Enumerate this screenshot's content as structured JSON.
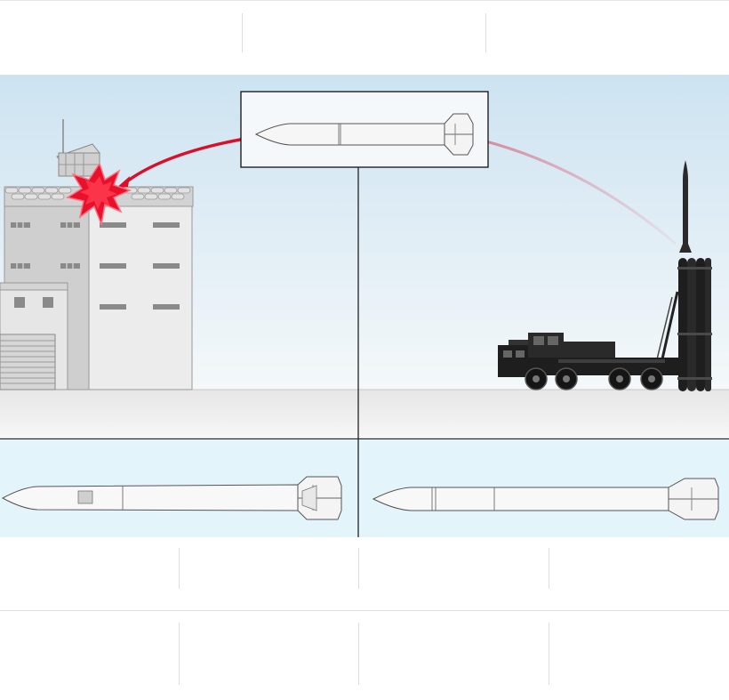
{
  "colors": {
    "sky_top": "#cde3f1",
    "sky_bottom": "#f4f8fa",
    "ground": "#ececec",
    "lower_panel": "#e4f4fb",
    "trajectory": "#d8102c",
    "explosion": "#e8102a",
    "launcher": "#1e1e1e",
    "building": "#dcdcdc"
  },
  "icons": {
    "building": "building-icon",
    "launcher_truck": "launcher-truck-icon",
    "missile": "missile-icon",
    "explosion": "explosion-icon"
  },
  "top_table": {
    "columns": 3
  },
  "bottom_table": {
    "columns": 4,
    "rows": 2
  }
}
